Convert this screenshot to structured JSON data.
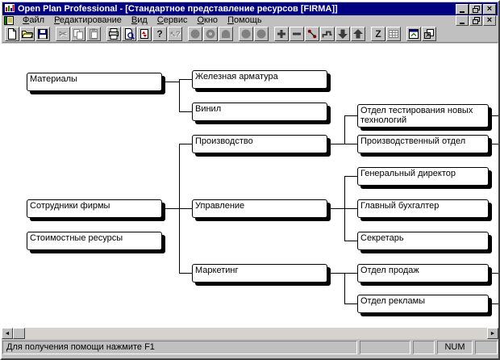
{
  "window": {
    "title": "Open Plan Professional - [Стандартное представление ресурсов [FIRMA]]",
    "controls": {
      "minimize": "_",
      "close": "×"
    }
  },
  "menu": {
    "items": [
      {
        "label": "Файл"
      },
      {
        "label": "Редактирование"
      },
      {
        "label": "Вид"
      },
      {
        "label": "Сервис"
      },
      {
        "label": "Окно"
      },
      {
        "label": "Помощь"
      }
    ]
  },
  "toolbar": {
    "buttons": [
      {
        "name": "new-document",
        "enabled": true
      },
      {
        "name": "open-folder",
        "enabled": true
      },
      {
        "name": "save",
        "enabled": true
      },
      {
        "name": "cut",
        "enabled": false
      },
      {
        "name": "copy",
        "enabled": false
      },
      {
        "name": "paste",
        "enabled": false
      },
      {
        "name": "print",
        "enabled": true
      },
      {
        "name": "print-preview",
        "enabled": true
      },
      {
        "name": "refresh",
        "enabled": true
      },
      {
        "name": "help",
        "enabled": true
      },
      {
        "name": "context-help",
        "enabled": false
      },
      {
        "name": "circle-tool-1",
        "enabled": false
      },
      {
        "name": "circle-question-tool",
        "enabled": false
      },
      {
        "name": "arch-tool",
        "enabled": false
      },
      {
        "name": "circle-tool-2",
        "enabled": false
      },
      {
        "name": "circle-tool-3",
        "enabled": false
      },
      {
        "name": "add",
        "enabled": true
      },
      {
        "name": "remove",
        "enabled": true
      },
      {
        "name": "link",
        "enabled": true
      },
      {
        "name": "outline-steps",
        "enabled": true
      },
      {
        "name": "move-down",
        "enabled": true
      },
      {
        "name": "move-up",
        "enabled": true
      },
      {
        "name": "zoom-z",
        "enabled": true
      },
      {
        "name": "spreadsheet",
        "enabled": false
      },
      {
        "name": "split-window",
        "enabled": true
      },
      {
        "name": "resize-window",
        "enabled": true
      }
    ],
    "glyphs": {
      "cut": "✂",
      "help": "?",
      "context_help": "↖?",
      "plus": "+",
      "minus": "−",
      "down": "↓",
      "up": "↑",
      "z": "Z"
    }
  },
  "diagram": {
    "nodes": {
      "materials": {
        "label": "Материалы"
      },
      "iron": {
        "label": "Железная арматура"
      },
      "vinyl": {
        "label": "Винил"
      },
      "production": {
        "label": "Производство"
      },
      "testing": {
        "label": "Отдел тестирования новых технологий"
      },
      "proddept": {
        "label": "Производственный отдел"
      },
      "employees": {
        "label": "Сотрудники фирмы"
      },
      "management": {
        "label": "Управление"
      },
      "director": {
        "label": "Генеральный директор"
      },
      "accountant": {
        "label": "Главный бухгалтер"
      },
      "secretary": {
        "label": "Секретарь"
      },
      "cost": {
        "label": "Стоимостные ресурсы"
      },
      "marketing": {
        "label": "Маркетинг"
      },
      "sales": {
        "label": "Отдел продаж"
      },
      "advertising": {
        "label": "Отдел рекламы"
      }
    },
    "edges": [
      {
        "from": "materials",
        "to": [
          "iron",
          "vinyl"
        ]
      },
      {
        "from": "employees",
        "to": [
          "production",
          "management",
          "marketing"
        ]
      },
      {
        "from": "production",
        "to": [
          "testing",
          "proddept"
        ]
      },
      {
        "from": "management",
        "to": [
          "director",
          "accountant",
          "secretary"
        ]
      },
      {
        "from": "marketing",
        "to": [
          "sales",
          "advertising"
        ]
      },
      {
        "from": "testing",
        "to": [
          "offscreen-right"
        ]
      },
      {
        "from": "proddept",
        "to": [
          "offscreen-right"
        ]
      },
      {
        "from": "sales",
        "to": [
          "offscreen-right"
        ]
      },
      {
        "from": "advertising",
        "to": [
          "offscreen-right"
        ]
      }
    ]
  },
  "statusbar": {
    "message": "Для получения помощи нажмите F1",
    "num": "NUM"
  },
  "colors": {
    "titlebar": "#000080",
    "chrome": "#c0c0c0",
    "canvas": "#ffffff",
    "shadow": "#000000",
    "disabled": "#808080"
  }
}
